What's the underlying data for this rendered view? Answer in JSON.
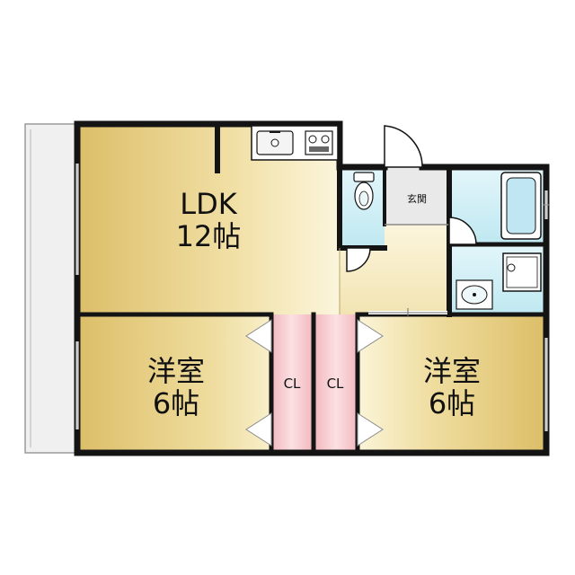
{
  "rooms": {
    "ldk": {
      "name": "LDK",
      "size": "12帖"
    },
    "western_left": {
      "name": "洋室",
      "size": "6帖"
    },
    "western_right": {
      "name": "洋室",
      "size": "6帖"
    },
    "entrance": {
      "name": "玄関"
    },
    "closet_left": {
      "name": "CL"
    },
    "closet_right": {
      "name": "CL"
    }
  },
  "colors": {
    "room_gold": "#e2c671",
    "room_light": "#fbf5dc",
    "wet_blue": "#cdeef5",
    "closet_pink": "#f6c9cd",
    "wall": "#141414",
    "balcony": "#f0f0f0"
  },
  "icons": [
    "sink-icon",
    "stove-icon",
    "toilet-icon",
    "bathtub-icon",
    "washbasin-icon",
    "washing-machine-icon",
    "door-swing-icon"
  ]
}
